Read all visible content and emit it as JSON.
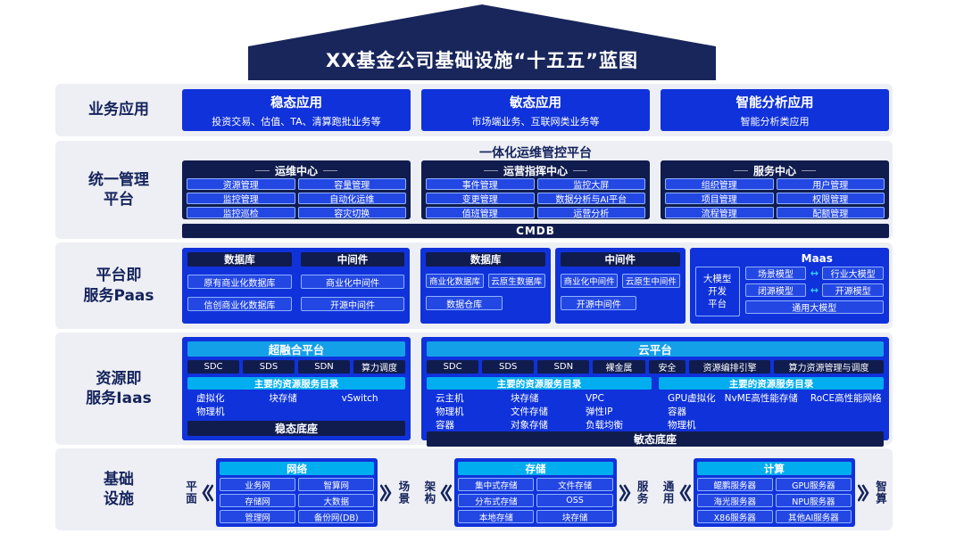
{
  "palette": {
    "navy": "#15235C",
    "panel_navy": "#101C4E",
    "bright_blue": "#1032DA",
    "button_blue": "#2347E3",
    "cyan": "#00AEEF",
    "header_blue": "#149FE9",
    "row_bg": "#EDEFF4"
  },
  "roof": {
    "title": "XX基金公司基础设施“十五五”蓝图"
  },
  "business": {
    "label": "业务应用",
    "apps": [
      {
        "title": "稳态应用",
        "subtitle": "投资交易、估值、TA、清算跑批业务等"
      },
      {
        "title": "敏态应用",
        "subtitle": "市场端业务、互联网类业务等"
      },
      {
        "title": "智能分析应用",
        "subtitle": "智能分析类应用"
      }
    ]
  },
  "management": {
    "label": [
      "统一管理",
      "平台"
    ],
    "platform_title": "一体化运维管控平台",
    "centers": [
      {
        "title": "运维中心",
        "items": [
          "资源管理",
          "容量管理",
          "监控管理",
          "自动化运维",
          "监控巡检",
          "容灾切换"
        ]
      },
      {
        "title": "运营指挥中心",
        "items": [
          "事件管理",
          "监控大屏",
          "变更管理",
          "数据分析与AI平台",
          "值班管理",
          "运营分析"
        ]
      },
      {
        "title": "服务中心",
        "items": [
          "组织管理",
          "用户管理",
          "项目管理",
          "权限管理",
          "流程管理",
          "配额管理"
        ]
      }
    ],
    "cmdb": "CMDB"
  },
  "paas": {
    "label": [
      "平台即",
      "服务Paas"
    ],
    "commercial": {
      "db_title": "数据库",
      "db_items": [
        "原有商业化数据库",
        "信创商业化数据库"
      ],
      "mw_title": "中间件",
      "mw_items": [
        "商业化中间件",
        "开源中间件"
      ]
    },
    "cloud_db": {
      "title": "数据库",
      "row1": [
        "商业化数据库",
        "云原生数据库"
      ],
      "row2": "数据仓库"
    },
    "cloud_mw": {
      "title": "中间件",
      "row1": [
        "商业化中间件",
        "云原生中间件"
      ],
      "row2": "开源中间件"
    },
    "maas": {
      "title": "Maas",
      "platform_lines": [
        "大模型",
        "开发",
        "平台"
      ],
      "pair1": [
        "场景模型",
        "行业大模型"
      ],
      "pair2": [
        "闭源模型",
        "开源模型"
      ],
      "general": "通用大模型",
      "arrow": "↔"
    }
  },
  "iaas": {
    "label": [
      "资源即",
      "服务Iaas"
    ],
    "hci": {
      "title": "超融合平台",
      "tech": [
        "SDC",
        "SDS",
        "SDN",
        "算力调度"
      ],
      "catalog_title": "主要的资源服务目录",
      "catalog": [
        "虚拟化",
        "块存储",
        "vSwitch",
        "物理机"
      ],
      "base": "稳态底座"
    },
    "cloud": {
      "title": "云平台",
      "tech": [
        "SDC",
        "SDS",
        "SDN",
        "裸金属",
        "安全",
        "资源编排引擎",
        "算力资源管理与调度"
      ],
      "catalog_left_title": "主要的资源服务目录",
      "catalog_left": [
        "云主机",
        "块存储",
        "VPC",
        "物理机",
        "文件存储",
        "弹性IP",
        "容器",
        "对象存储",
        "负载均衡"
      ],
      "catalog_right_title": "主要的资源服务目录",
      "catalog_right": [
        "GPU虚拟化",
        "NvME高性能存储",
        "RoCE高性能网络",
        "容器",
        "物理机"
      ],
      "base": "敏态底座"
    }
  },
  "infra": {
    "label": [
      "基础",
      "设施"
    ],
    "groups": [
      {
        "left": "平面",
        "right": "场景",
        "title": "网络",
        "items": [
          "业务网",
          "智算网",
          "存储网",
          "大数据",
          "管理网",
          "备份网(DB)"
        ]
      },
      {
        "left": "架构",
        "right": "服务",
        "title": "存储",
        "items": [
          "集中式存储",
          "文件存储",
          "分布式存储",
          "OSS",
          "本地存储",
          "块存储"
        ]
      },
      {
        "left": "通用",
        "right": "智算",
        "title": "计算",
        "items": [
          "鲲鹏服务器",
          "GPU服务器",
          "海光服务器",
          "NPU服务器",
          "X86服务器",
          "其他AI服务器"
        ]
      }
    ]
  }
}
